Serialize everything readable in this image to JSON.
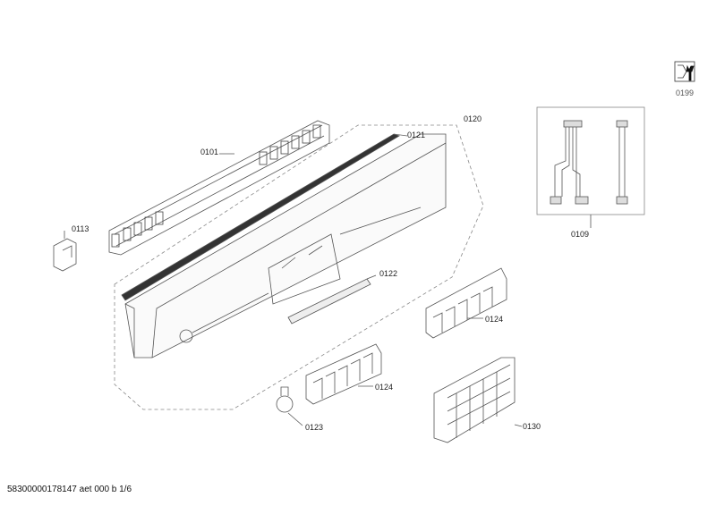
{
  "labels": {
    "p0101": "0101",
    "p0113": "0113",
    "p0121": "0121",
    "p0120": "0120",
    "p0109": "0109",
    "p0122": "0122",
    "p0124a": "0124",
    "p0124b": "0124",
    "p0130": "0130",
    "p0123": "0123",
    "p0199": "0199"
  },
  "footer": "58300000178147 aet 000 b 1/6",
  "icons": {
    "service": "wrench-nut-icon"
  }
}
